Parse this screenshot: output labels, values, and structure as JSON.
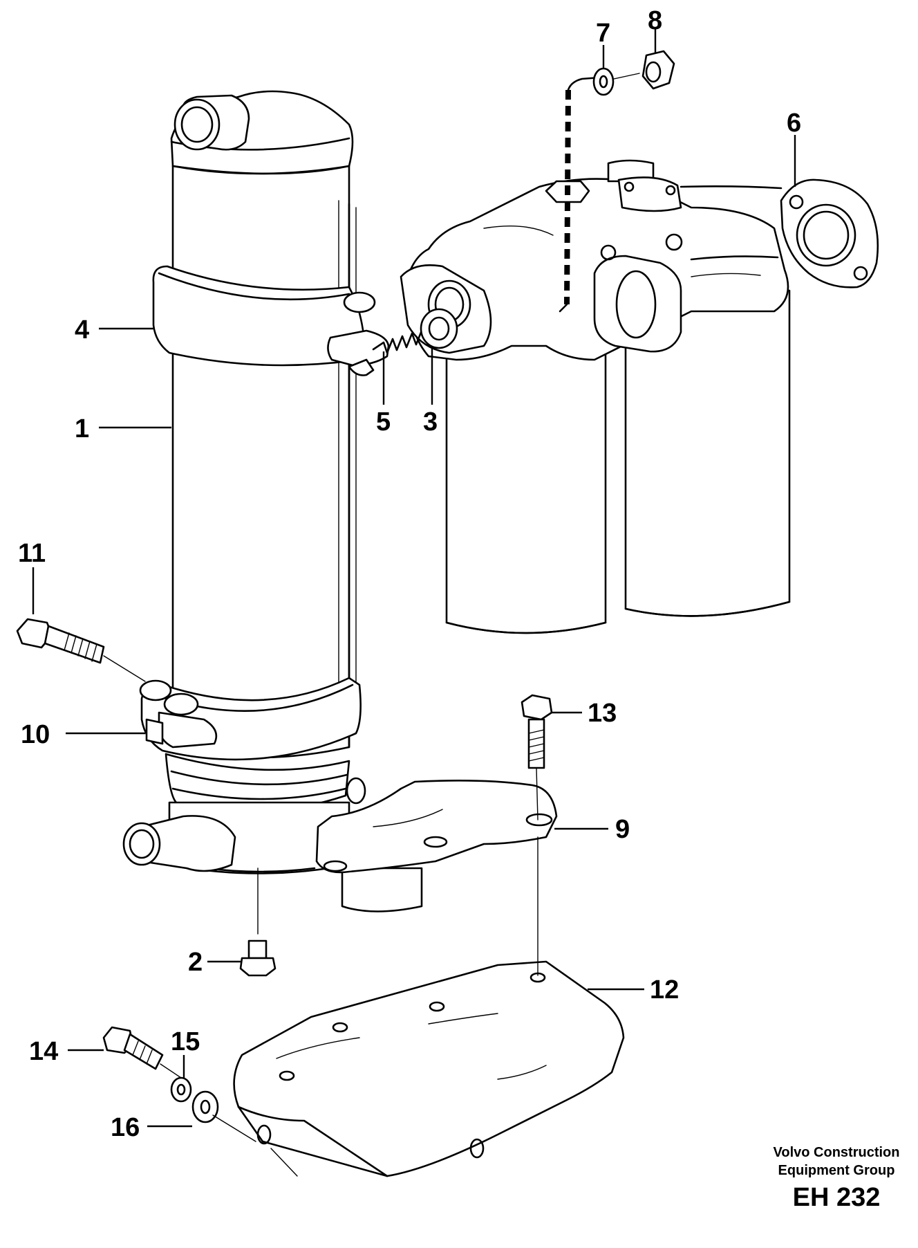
{
  "diagram": {
    "callouts": [
      {
        "id": "1",
        "label": "1"
      },
      {
        "id": "2",
        "label": "2"
      },
      {
        "id": "3",
        "label": "3"
      },
      {
        "id": "4",
        "label": "4"
      },
      {
        "id": "5",
        "label": "5"
      },
      {
        "id": "6",
        "label": "6"
      },
      {
        "id": "7",
        "label": "7"
      },
      {
        "id": "8",
        "label": "8"
      },
      {
        "id": "9",
        "label": "9"
      },
      {
        "id": "10",
        "label": "10"
      },
      {
        "id": "11",
        "label": "11"
      },
      {
        "id": "12",
        "label": "12"
      },
      {
        "id": "13",
        "label": "13"
      },
      {
        "id": "14",
        "label": "14"
      },
      {
        "id": "15",
        "label": "15"
      },
      {
        "id": "16",
        "label": "16"
      }
    ],
    "credit_line1": "Volvo Construction",
    "credit_line2": "Equipment Group",
    "drawing_code": "EH 232"
  }
}
